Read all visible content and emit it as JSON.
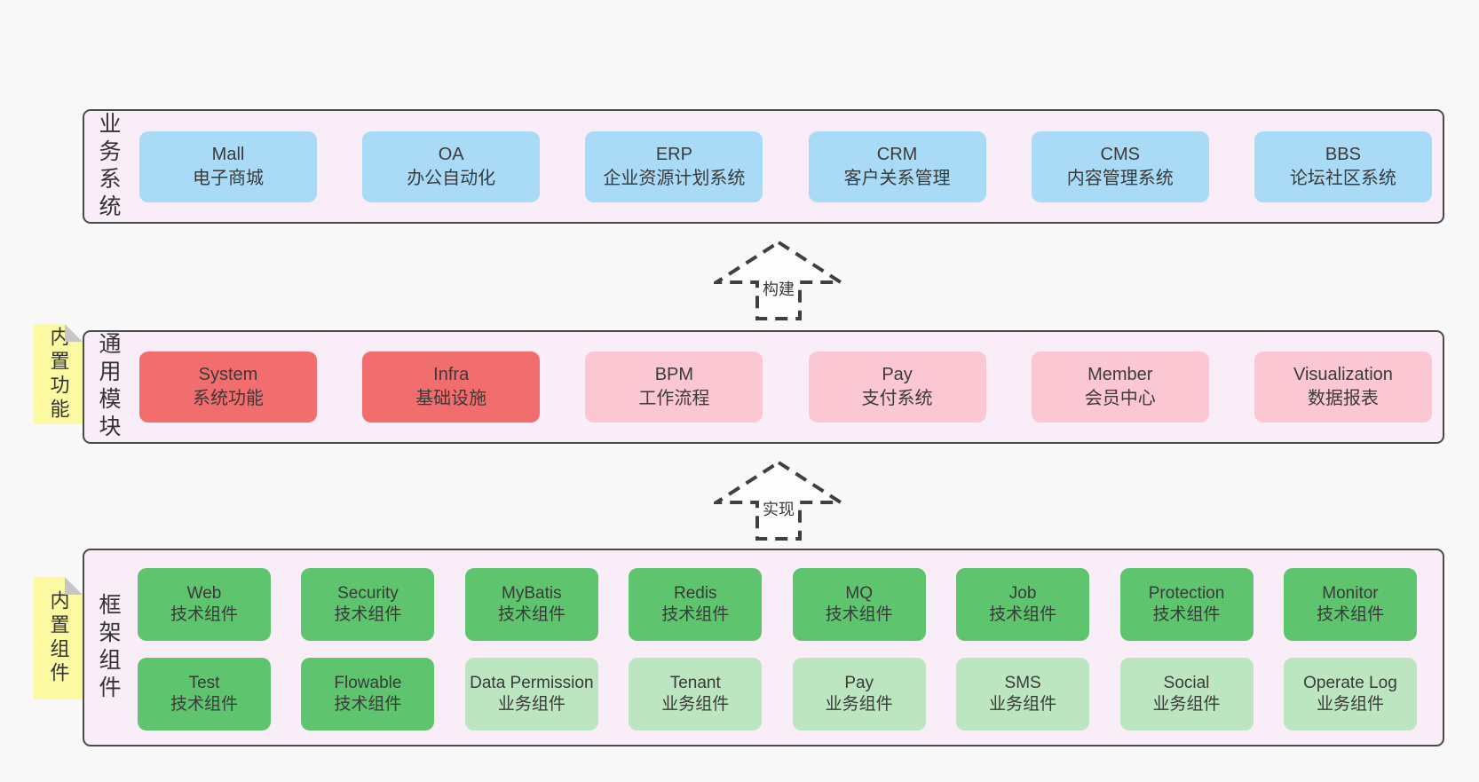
{
  "arrows": {
    "build": {
      "label": "构建"
    },
    "implement": {
      "label": "实现"
    }
  },
  "business_layer": {
    "label": "业务系统",
    "boxes": [
      {
        "name": "Mall",
        "desc": "电子商城"
      },
      {
        "name": "OA",
        "desc": "办公自动化"
      },
      {
        "name": "ERP",
        "desc": "企业资源计划系统"
      },
      {
        "name": "CRM",
        "desc": "客户关系管理"
      },
      {
        "name": "CMS",
        "desc": "内容管理系统"
      },
      {
        "name": "BBS",
        "desc": "论坛社区系统"
      }
    ]
  },
  "module_layer": {
    "label": "通用模块",
    "note": "内置功能",
    "boxes": [
      {
        "name": "System",
        "desc": "系统功能"
      },
      {
        "name": "Infra",
        "desc": "基础设施"
      },
      {
        "name": "BPM",
        "desc": "工作流程"
      },
      {
        "name": "Pay",
        "desc": "支付系统"
      },
      {
        "name": "Member",
        "desc": "会员中心"
      },
      {
        "name": "Visualization",
        "desc": "数据报表"
      }
    ]
  },
  "framework_layer": {
    "label": "框架组件",
    "note": "内置组件",
    "row1": [
      {
        "name": "Web",
        "desc": "技术组件"
      },
      {
        "name": "Security",
        "desc": "技术组件"
      },
      {
        "name": "MyBatis",
        "desc": "技术组件"
      },
      {
        "name": "Redis",
        "desc": "技术组件"
      },
      {
        "name": "MQ",
        "desc": "技术组件"
      },
      {
        "name": "Job",
        "desc": "技术组件"
      },
      {
        "name": "Protection",
        "desc": "技术组件"
      },
      {
        "name": "Monitor",
        "desc": "技术组件"
      }
    ],
    "row2": [
      {
        "name": "Test",
        "desc": "技术组件"
      },
      {
        "name": "Flowable",
        "desc": "技术组件"
      },
      {
        "name": "Data Permission",
        "desc": "业务组件"
      },
      {
        "name": "Tenant",
        "desc": "业务组件"
      },
      {
        "name": "Pay",
        "desc": "业务组件"
      },
      {
        "name": "SMS",
        "desc": "业务组件"
      },
      {
        "name": "Social",
        "desc": "业务组件"
      },
      {
        "name": "Operate Log",
        "desc": "业务组件"
      }
    ]
  },
  "colors": {
    "page_bg": "#f8f8f8",
    "container_bg": "#f9edf7",
    "container_border": "#4b4b4b",
    "blue_box": "#a9dbf7",
    "red_box": "#f26d6d",
    "pink_box": "#fbc7d2",
    "green_dark_box": "#5ec46e",
    "green_light_box": "#bce6bf",
    "note_yellow": "#fbf9a2",
    "note_fold_gray": "#c6c6c6",
    "text": "#3a3a3a"
  }
}
